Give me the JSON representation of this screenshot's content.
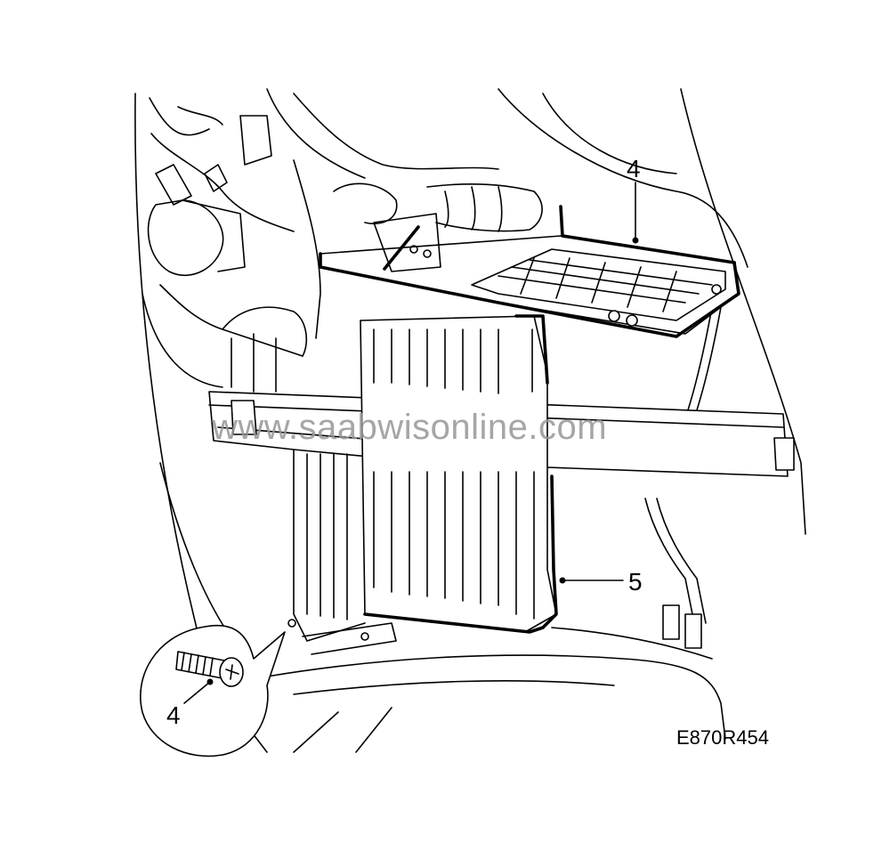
{
  "diagram": {
    "callouts": {
      "screw_top": "4",
      "filter": "5",
      "screw_detail": "4"
    },
    "watermark": "www.saabwisonline.com",
    "figure_id": "E870R454"
  }
}
